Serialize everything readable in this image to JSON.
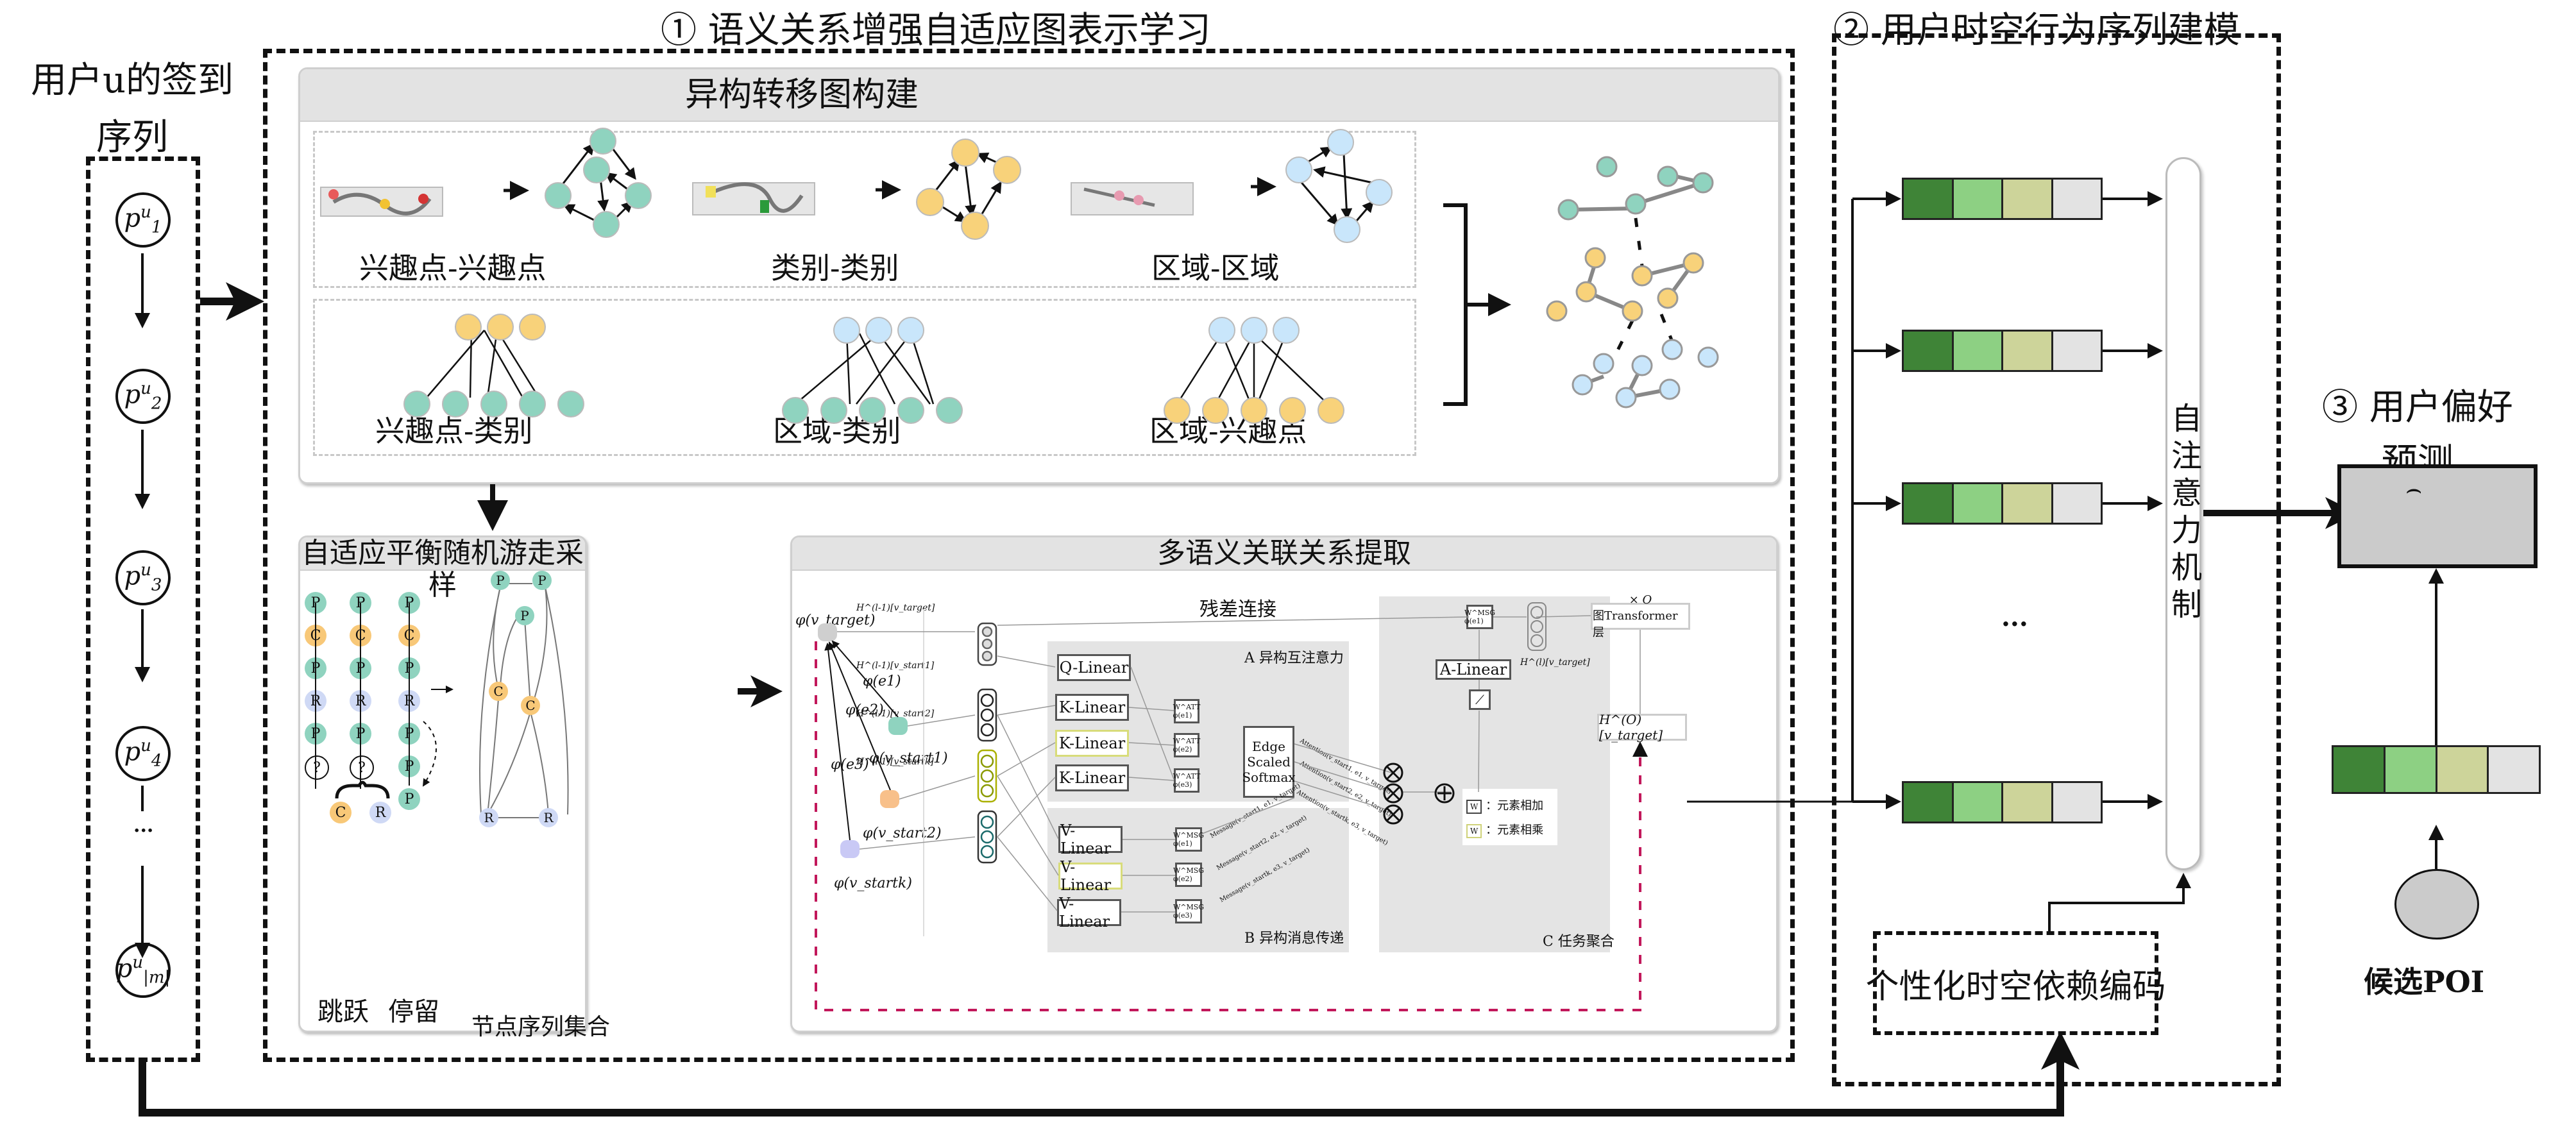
{
  "left": {
    "title_line1": "用户u的签到",
    "title_line2": "序列",
    "nodes": [
      {
        "base": "p",
        "sup": "u",
        "sub": "1"
      },
      {
        "base": "p",
        "sup": "u",
        "sub": "2"
      },
      {
        "base": "p",
        "sup": "u",
        "sub": "3"
      },
      {
        "base": "p",
        "sup": "u",
        "sub": "4"
      },
      {
        "base": "p",
        "sup": "u",
        "sub": "|m|"
      }
    ],
    "ellipsis": "..."
  },
  "section1": {
    "title": "① 语义关系增强自适应图表示学习",
    "graph_build": {
      "header": "异构转移图构建",
      "homo_labels": [
        "兴趣点-兴趣点",
        "类别-类别",
        "区域-区域"
      ],
      "hetero_labels": [
        "兴趣点-类别",
        "区域-类别",
        "区域-兴趣点"
      ]
    },
    "random_walk": {
      "header": "自适应平衡随机游走采样",
      "walks": [
        [
          "P",
          "C",
          "P",
          "R",
          "P",
          "?"
        ],
        [
          "P",
          "C",
          "P",
          "R",
          "P",
          "?"
        ],
        [
          "P",
          "C",
          "P",
          "R",
          "P",
          "P",
          "P"
        ]
      ],
      "choice_nodes": [
        "C",
        "R"
      ],
      "jump_label": "跳跃",
      "stay_label": "停留",
      "set_label": "节点序列集合",
      "set_nodes": [
        "P",
        "P",
        "P",
        "C",
        "C",
        "R",
        "R"
      ]
    },
    "multi_semantic": {
      "header": "多语义关联关系提取",
      "residual": "残差连接",
      "phi_target": "φ(v_target)",
      "phi_start1": "φ(v_start1)",
      "phi_start2": "φ(v_start2)",
      "phi_startk": "φ(v_startk)",
      "edges": [
        "φ(e1)",
        "φ(e2)",
        "φ(e3)"
      ],
      "h_labels": [
        "H^(l-1)[v_target]",
        "H^(l-1)[v_start1]",
        "H^(l-1)[v_start2]",
        "H^(l-1)[v_startk]"
      ],
      "section_a": "A 异构互注意力",
      "section_b": "B 异构消息传递",
      "section_c": "C 任务聚合",
      "q_linear": "Q-Linear",
      "k_linear": [
        "K-Linear",
        "K-Linear",
        "K-Linear"
      ],
      "v_linear": [
        "V-Linear",
        "V-Linear",
        "V-Linear"
      ],
      "w_att": [
        "W^ATT φ(e1)",
        "W^ATT φ(e2)",
        "W^ATT φ(e3)"
      ],
      "w_msg": [
        "W^MSG φ(e1)",
        "W^MSG φ(e2)",
        "W^MSG φ(e3)"
      ],
      "softmax": [
        "Edge",
        "Scaled",
        "Softmax"
      ],
      "attention_labels": [
        "Attention(v_start1, e1, v_target)",
        "Attention(v_start2, e2, v_target)",
        "Attention(v_startk, e3, v_target)"
      ],
      "message_labels": [
        "Message(v_start1, e1, v_target)",
        "Message(v_start2, e2, v_target)",
        "Message(v_startk, e3, v_target)"
      ],
      "a_linear": "A-Linear",
      "w_top": "W^MSG φ(e1)",
      "h_l_target": "H^(l)[v_target]",
      "layers": "× O",
      "layer_label": "图Transformer层",
      "output": "H^(O)[v_target]",
      "legend": [
        {
          "symbol": "W",
          "text": "：元素相加"
        },
        {
          "symbol": "W",
          "text": "：元素相乘"
        }
      ]
    }
  },
  "section2": {
    "title": "② 用户时空行为序列建模",
    "attention": "自注意力机制",
    "encoding": "个性化时空依赖编码",
    "ellipsis": "···",
    "vector_colors": [
      "#3f8437",
      "#8dd083",
      "#cdd49a",
      "#e3e3e3"
    ]
  },
  "section3": {
    "title_line1": "③ 用户偏好",
    "title_line2": "预测",
    "output_symbol": "⌢",
    "candidate": "候选POI"
  }
}
